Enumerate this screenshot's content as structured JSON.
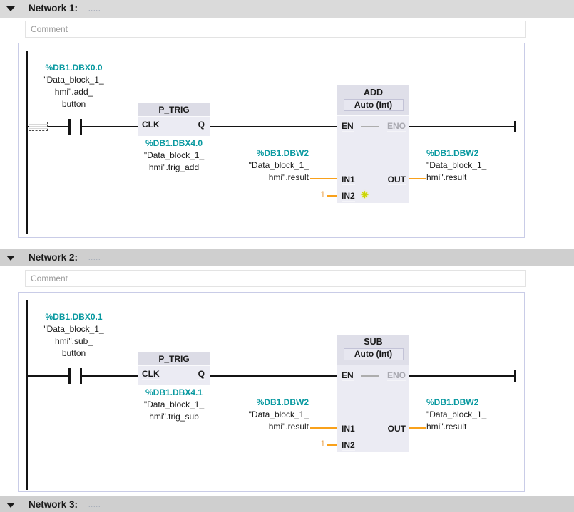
{
  "palette": {
    "teal_address": "#0899A0",
    "wire_orange": "#F9A11B",
    "constant_orange": "#ECA44C",
    "block_body": "#EBEBF3",
    "block_header": "#DFDFE9",
    "network_bar": "#D6D6D6",
    "ladder_border": "#C9CCE7"
  },
  "networks": [
    {
      "label": "Network 1:",
      "title_placeholder": ".....",
      "comment_placeholder": "Comment",
      "contact": {
        "address": "%DB1.DBX0.0",
        "name_line1": "\"Data_block_1_",
        "name_line2": "hmi\".add_",
        "name_line3": "button"
      },
      "p_trig": {
        "title": "P_TRIG",
        "pin_clk": "CLK",
        "pin_q": "Q",
        "operand_address": "%DB1.DBX4.0",
        "operand_line1": "\"Data_block_1_",
        "operand_line2": "hmi\".trig_add"
      },
      "math": {
        "title": "ADD",
        "mode": "Auto (Int)",
        "pin_en": "EN",
        "pin_eno": "ENO",
        "pin_in1": "IN1",
        "pin_in2": "IN2",
        "pin_out": "OUT",
        "in1_address": "%DB1.DBW2",
        "in1_line1": "\"Data_block_1_",
        "in1_line2": "hmi\".result",
        "in2_constant": "1",
        "out_address": "%DB1.DBW2",
        "out_line1": "\"Data_block_1_",
        "out_line2": "hmi\".result",
        "star_icon": "✳"
      }
    },
    {
      "label": "Network 2:",
      "title_placeholder": ".....",
      "comment_placeholder": "Comment",
      "contact": {
        "address": "%DB1.DBX0.1",
        "name_line1": "\"Data_block_1_",
        "name_line2": "hmi\".sub_",
        "name_line3": "button"
      },
      "p_trig": {
        "title": "P_TRIG",
        "pin_clk": "CLK",
        "pin_q": "Q",
        "operand_address": "%DB1.DBX4.1",
        "operand_line1": "\"Data_block_1_",
        "operand_line2": "hmi\".trig_sub"
      },
      "math": {
        "title": "SUB",
        "mode": "Auto (Int)",
        "pin_en": "EN",
        "pin_eno": "ENO",
        "pin_in1": "IN1",
        "pin_in2": "IN2",
        "pin_out": "OUT",
        "in1_address": "%DB1.DBW2",
        "in1_line1": "\"Data_block_1_",
        "in1_line2": "hmi\".result",
        "in2_constant": "1",
        "out_address": "%DB1.DBW2",
        "out_line1": "\"Data_block_1_",
        "out_line2": "hmi\".result"
      }
    },
    {
      "label": "Network 3:",
      "title_placeholder": "....."
    }
  ]
}
